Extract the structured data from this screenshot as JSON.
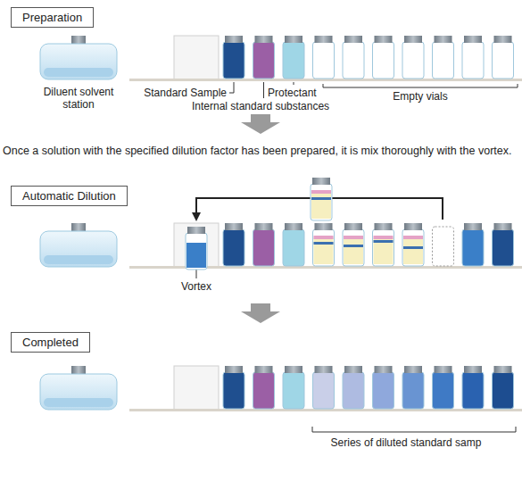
{
  "diagram": {
    "nodes": [
      {
        "text": [
          "Preparation"
        ]
      },
      {
        "text": [
          "Automatic Dilution"
        ]
      },
      {
        "text": [
          "Completed"
        ]
      }
    ],
    "labels": [
      "Diluent solvent station",
      "Standard Sample",
      "Protectant",
      "Internal standard substances",
      "Empty vials",
      "Once a solution with the specified dilution factor has been prepared, it is mix thoroughly with the vortex.",
      "Vortex",
      "Series of diluted standard samp"
    ]
  }
}
